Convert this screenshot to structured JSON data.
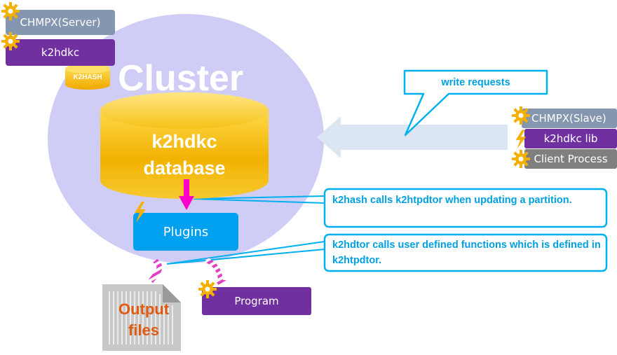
{
  "cluster": {
    "title": "Cluster",
    "server_chmpx": "CHMPX(Server)",
    "server_k2hdkc": "k2hdkc",
    "k2hash": "K2HASH",
    "database_line1": "k2hdkc",
    "database_line2": "database",
    "plugins": "Plugins",
    "output_line1": "Output",
    "output_line2": "files",
    "program": "Program"
  },
  "client": {
    "chmpx": "CHMPX(Slave)",
    "lib": "k2hdkc lib",
    "process": "Client Process"
  },
  "callouts": {
    "write_requests": "write requests",
    "k2hash_calls": "k2hash calls k2htpdtor when updating a partition.",
    "k2hdtor_calls": "k2hdtor calls user defined functions which is defined in k2htpdtor."
  },
  "colors": {
    "cluster_bg": "#cfcdf5",
    "chmpx_box": "#8496b0",
    "k2hdkc_box": "#7030a0",
    "database": "#f5b800",
    "plugins_box": "#00a0f0",
    "callout_border": "#00b0f0",
    "client_process_box": "#7f7f7f",
    "arrow_pink": "#ff00cc"
  },
  "icons": [
    "gear-icon",
    "lightning-icon",
    "database-cylinder-icon",
    "document-icon",
    "arrow-icon"
  ]
}
